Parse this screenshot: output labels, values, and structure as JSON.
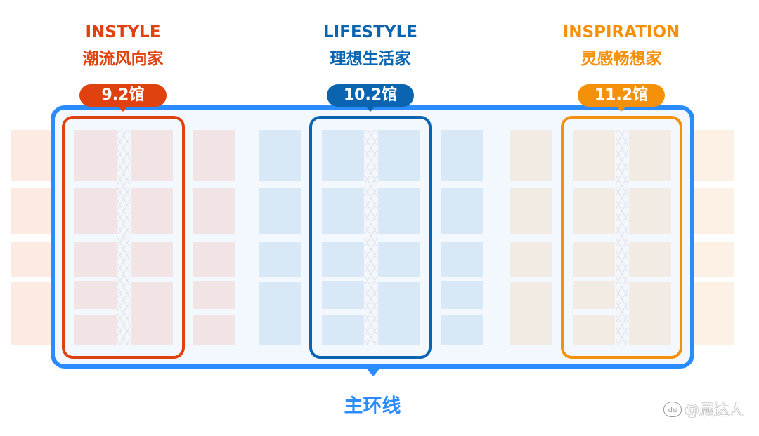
{
  "halls": [
    {
      "name_en": "INSTYLE",
      "name_cn": "潮流风向家",
      "badge": "9.2馆",
      "color": "#e0420f"
    },
    {
      "name_en": "LIFESTYLE",
      "name_cn": "理想生活家",
      "badge": "10.2馆",
      "color": "#0a64b0"
    },
    {
      "name_en": "INSPIRATION",
      "name_cn": "灵感畅想家",
      "badge": "11.2馆",
      "color": "#f5900a"
    }
  ],
  "loop": {
    "label": "主环线",
    "color": "#2a8cff"
  },
  "watermark": {
    "text": "@展达人",
    "icon": "baidu-paw-icon",
    "icon_text": "du"
  }
}
